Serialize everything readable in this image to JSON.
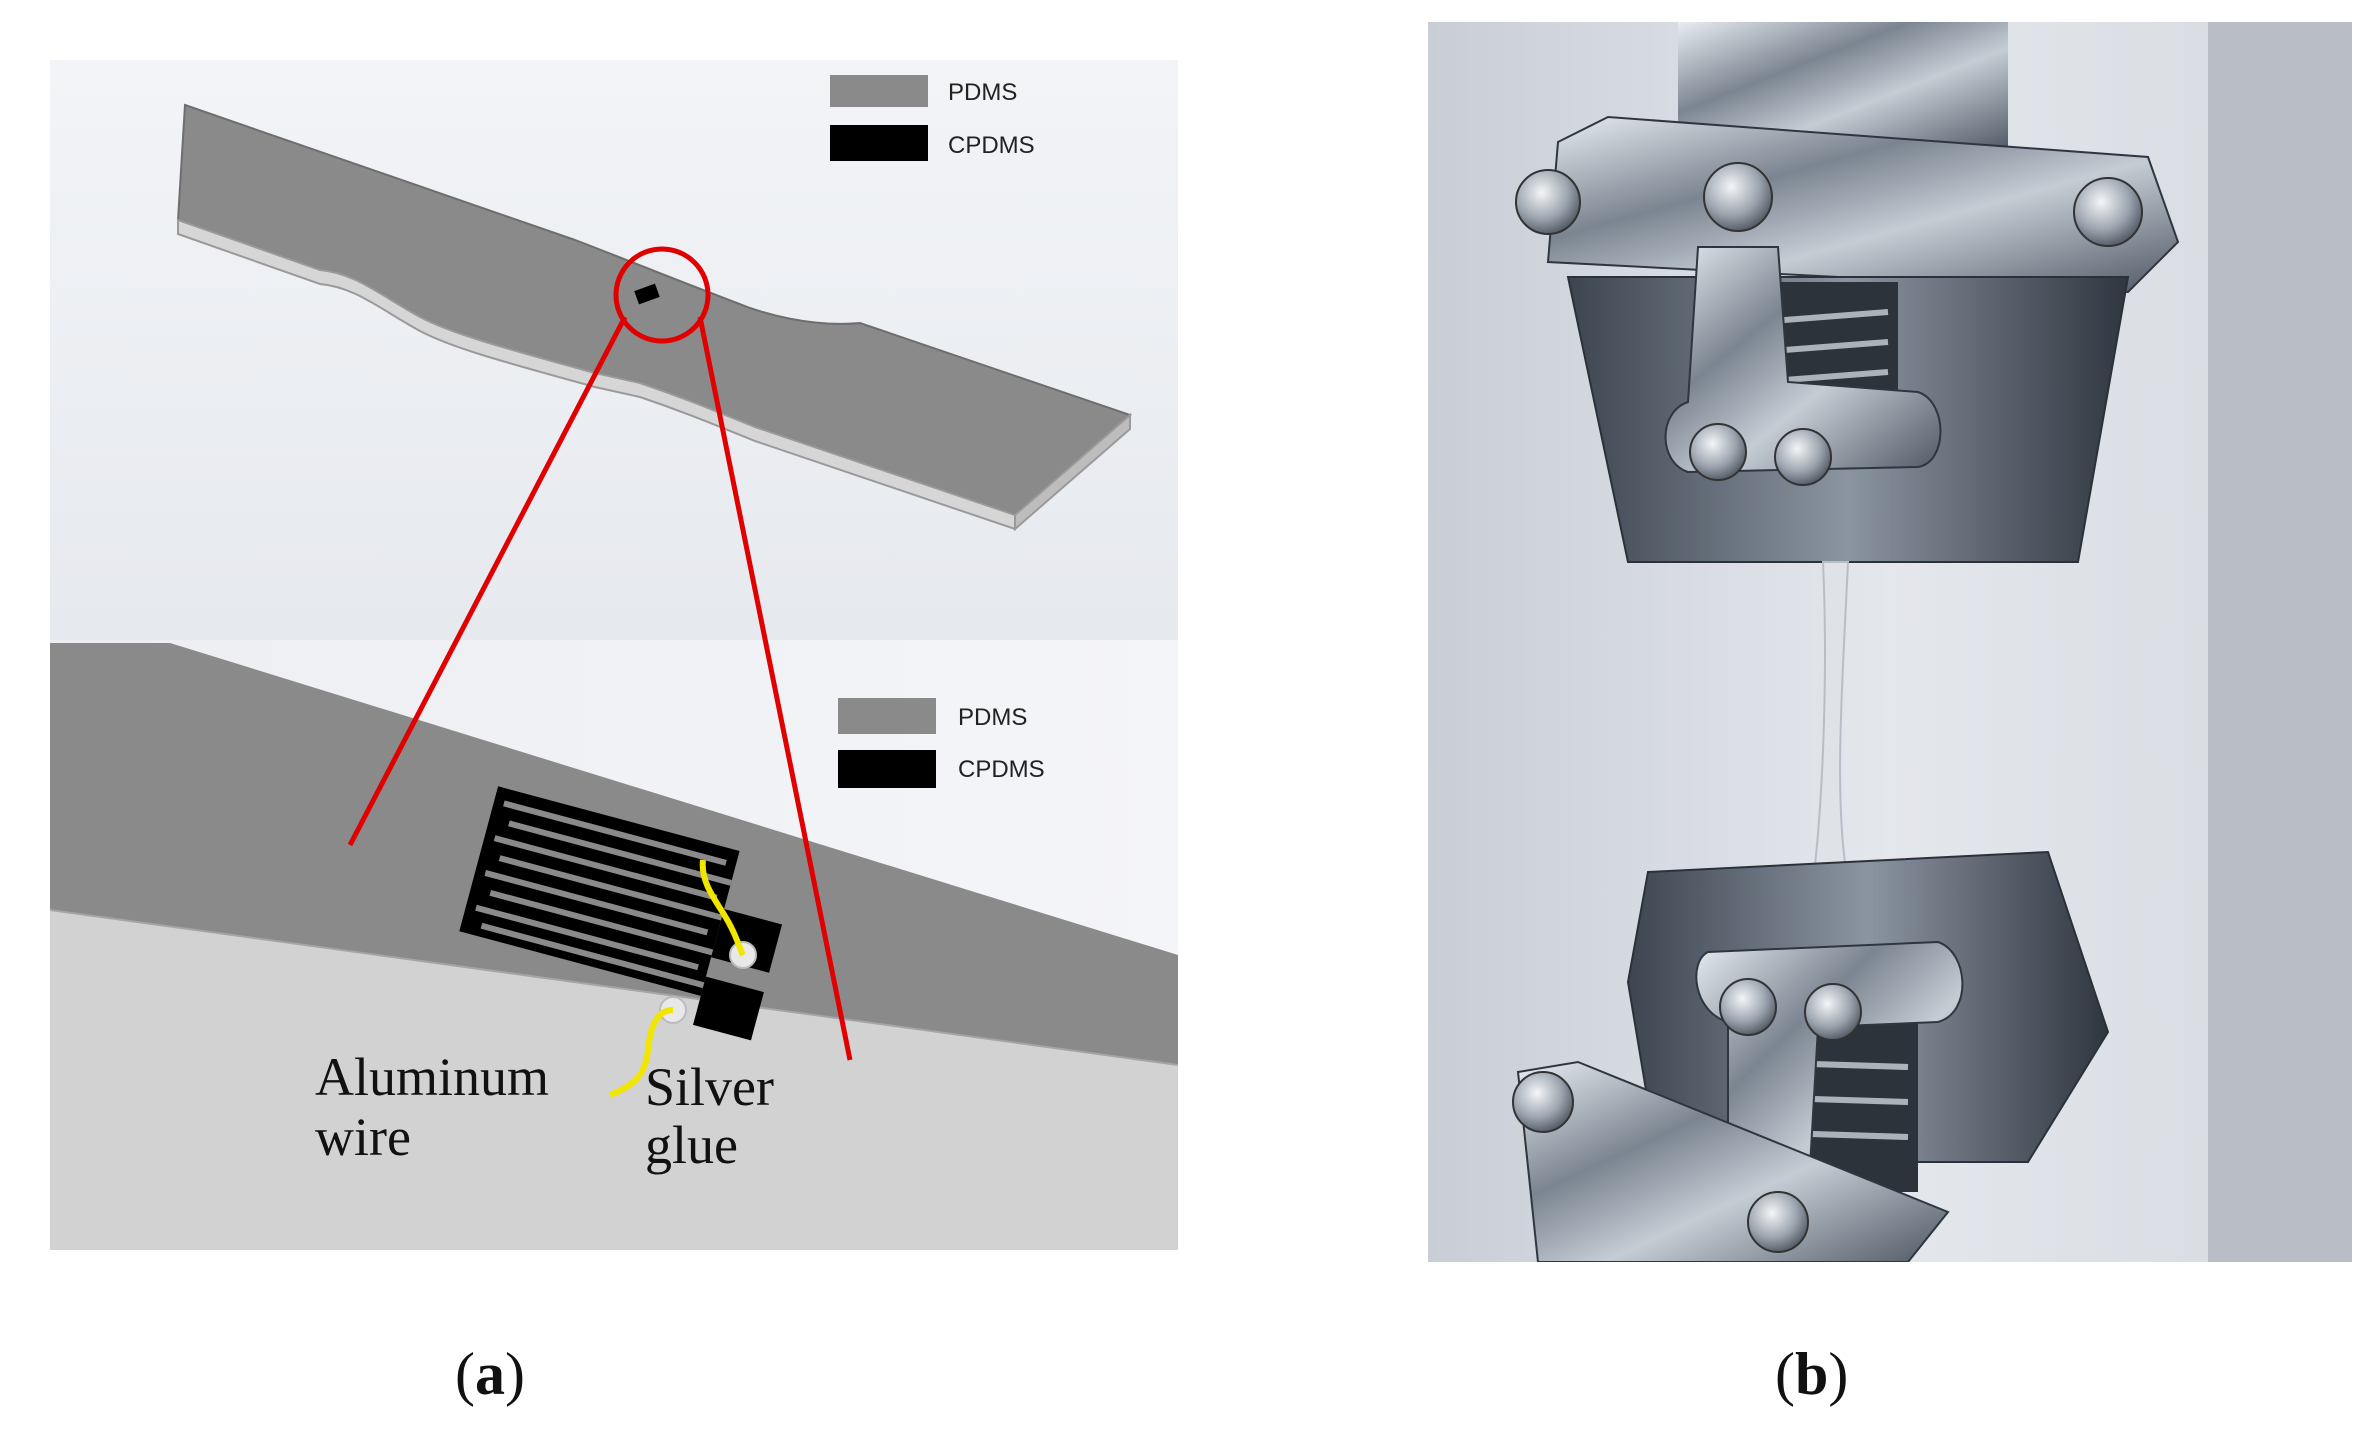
{
  "panel_a": {
    "legend_top": [
      {
        "label": "PDMS",
        "color": "#8a8a8a"
      },
      {
        "label": "CPDMS",
        "color": "#000000"
      }
    ],
    "legend_bottom": [
      {
        "label": "PDMS",
        "color": "#8a8a8a"
      },
      {
        "label": "CPDMS",
        "color": "#000000"
      }
    ],
    "annotations": {
      "aluminum_line1": "Aluminum",
      "aluminum_line2": "wire",
      "silver_line1": "Silver",
      "silver_line2": "glue"
    },
    "colors": {
      "zoom_lines": "#e00000",
      "wire": "#f2e600",
      "pdms": "#8a8a8a",
      "cpdms": "#000000"
    }
  },
  "captions": {
    "a_open": "(",
    "a_letter": "a",
    "a_close": ")",
    "b_open": "(",
    "b_letter": "b",
    "b_close": ")"
  }
}
